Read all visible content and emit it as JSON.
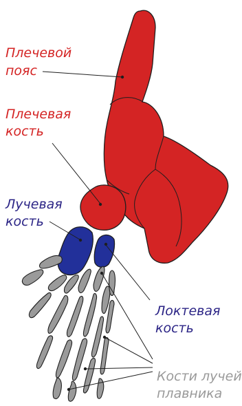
{
  "colors": {
    "red_bone": "#d42424",
    "blue_bone": "#22309a",
    "gray_bone": "#9a9a9a",
    "outline": "#1e1e1e",
    "label_red": "#d42424",
    "label_blue": "#2c2586",
    "label_gray": "#9a9a9a"
  },
  "labels": {
    "shoulder_girdle": {
      "line1": "Плечевой",
      "line2": "пояс"
    },
    "humerus": {
      "line1": "Плечевая",
      "line2": "кость"
    },
    "radius": {
      "line1": "Лучевая",
      "line2": "кость"
    },
    "ulna": {
      "line1": "Локтевая",
      "line2": "кость"
    },
    "fin_rays": {
      "line1": "Кости лучей",
      "line2": "плавника"
    }
  }
}
